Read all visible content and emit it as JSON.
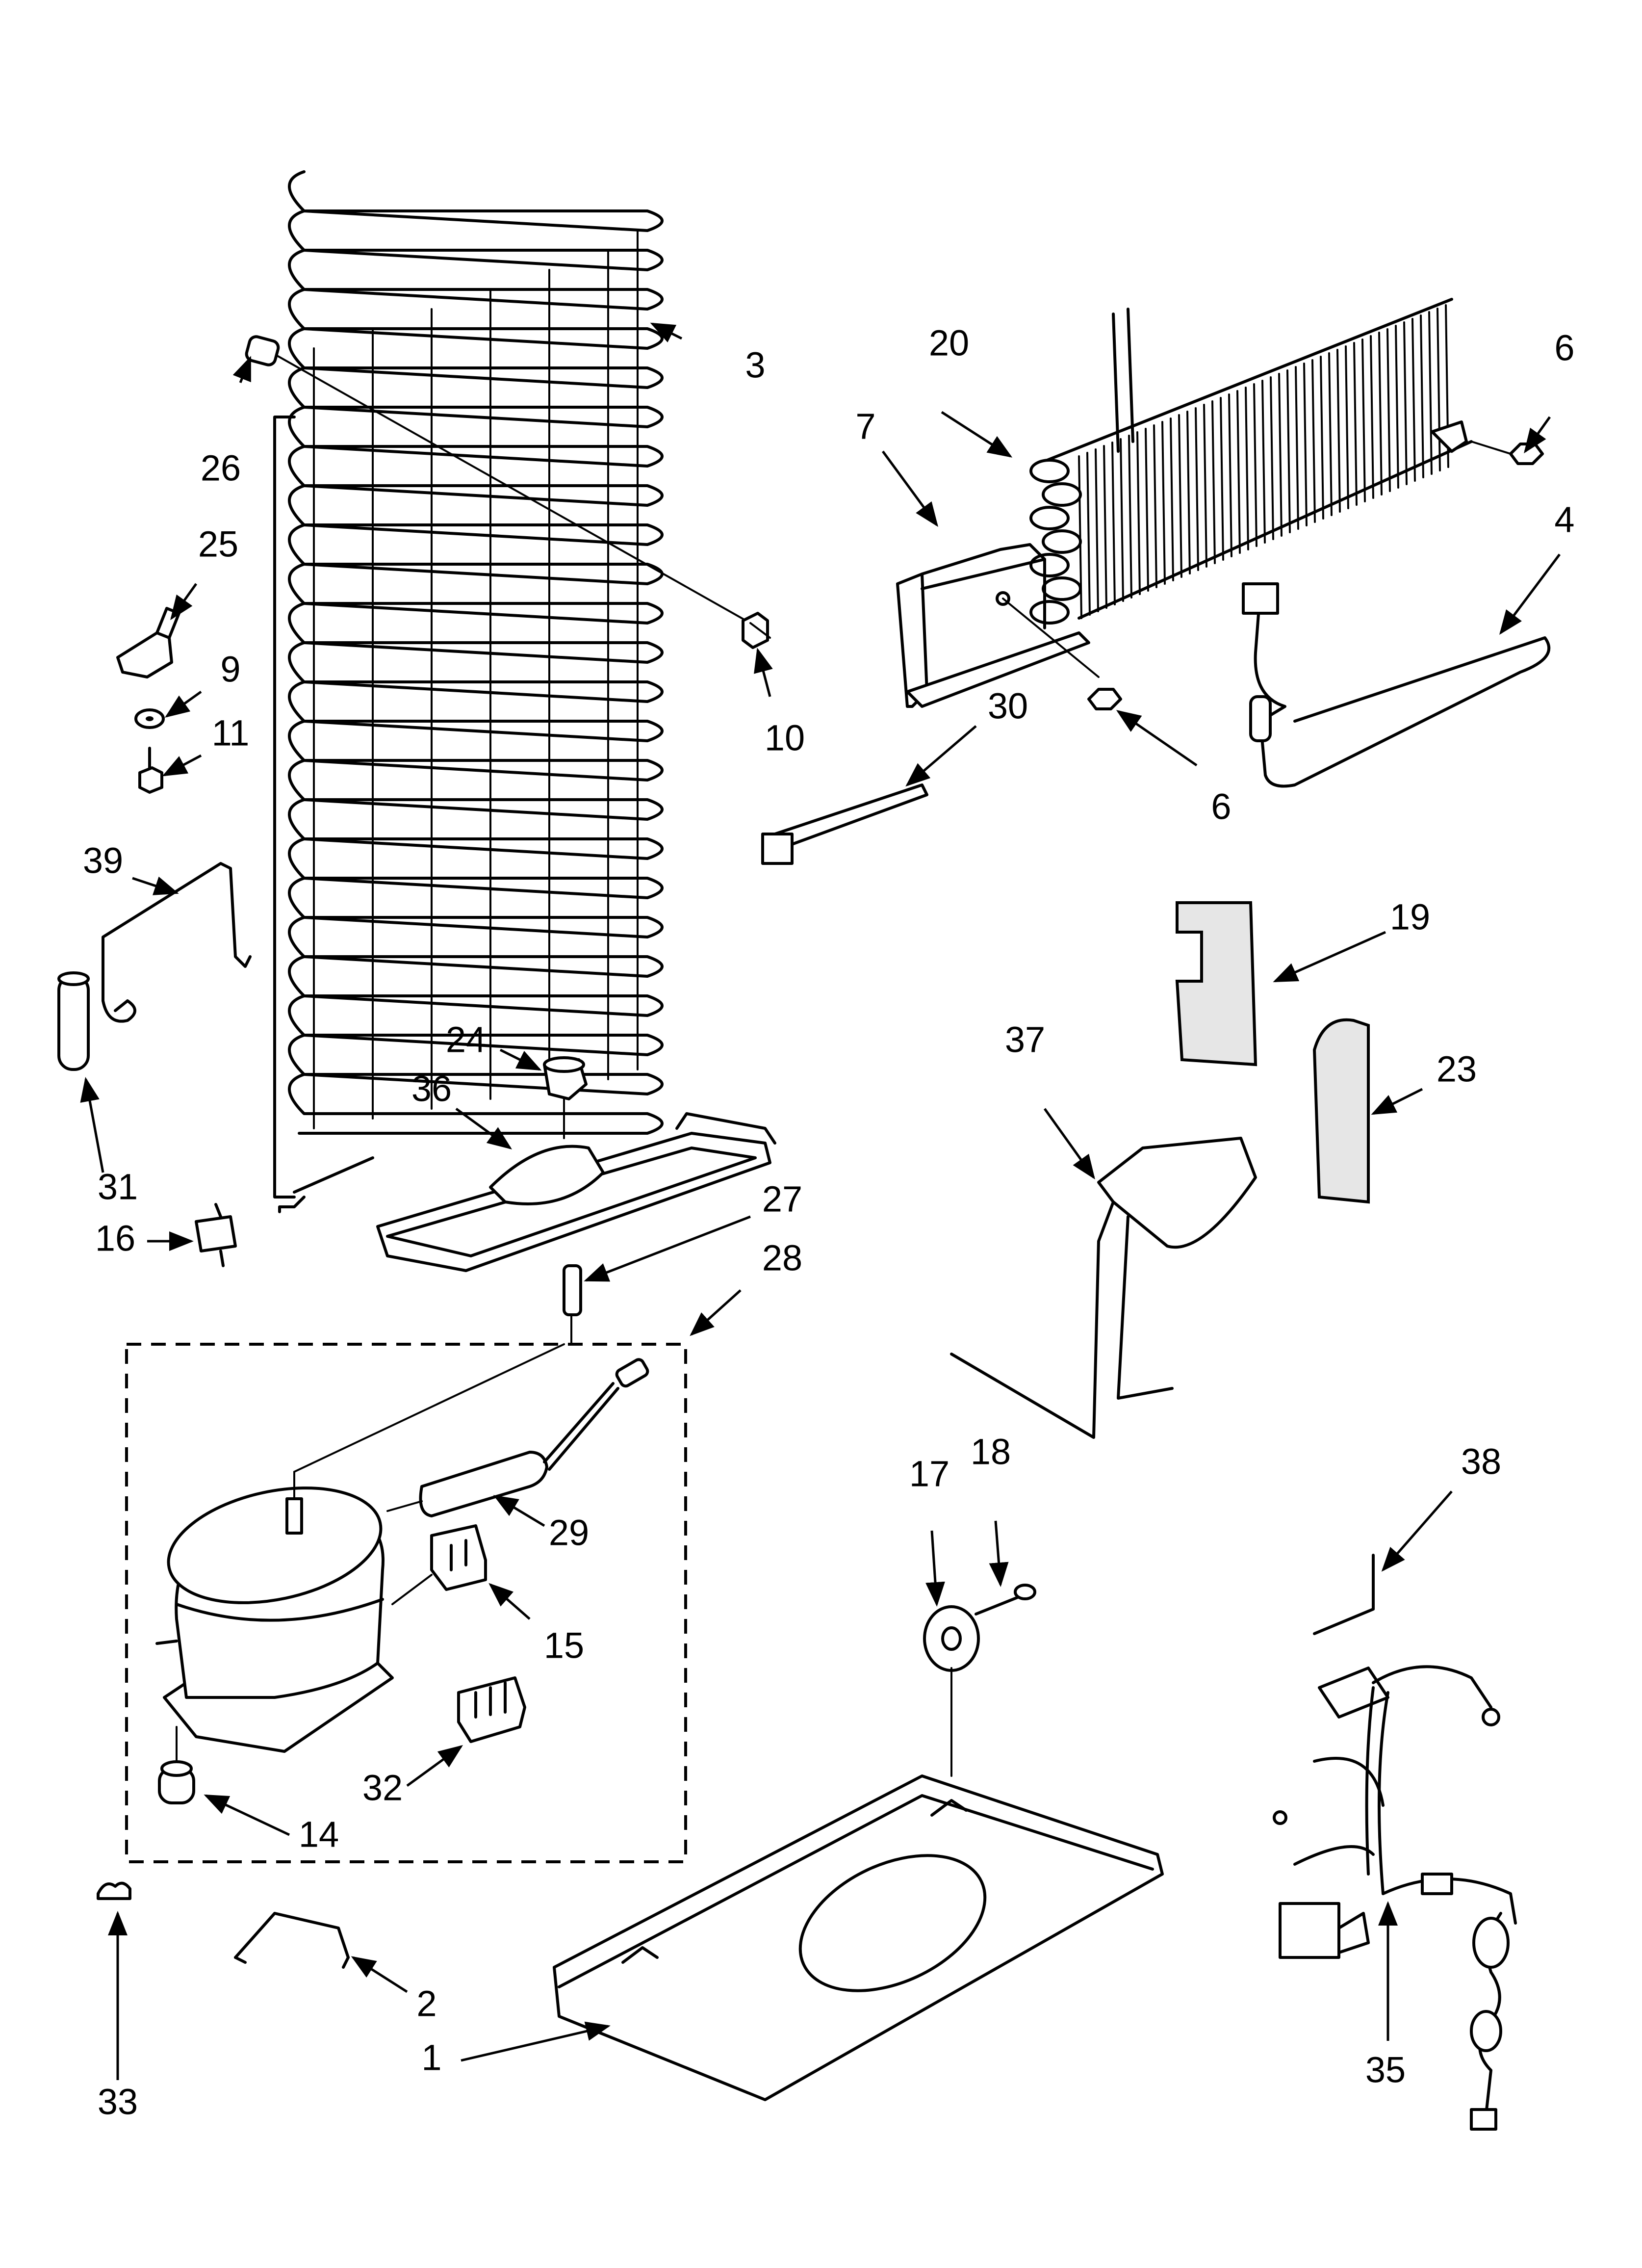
{
  "diagram": {
    "type": "exploded-parts-diagram",
    "background_color": "#ffffff",
    "ink_color": "#000000",
    "callouts": [
      {
        "id": "1",
        "label": "1"
      },
      {
        "id": "2",
        "label": "2"
      },
      {
        "id": "3",
        "label": "3"
      },
      {
        "id": "4",
        "label": "4"
      },
      {
        "id": "6a",
        "label": "6"
      },
      {
        "id": "6b",
        "label": "6"
      },
      {
        "id": "7",
        "label": "7"
      },
      {
        "id": "9",
        "label": "9"
      },
      {
        "id": "10",
        "label": "10"
      },
      {
        "id": "11",
        "label": "11"
      },
      {
        "id": "14",
        "label": "14"
      },
      {
        "id": "15",
        "label": "15"
      },
      {
        "id": "16",
        "label": "16"
      },
      {
        "id": "17",
        "label": "17"
      },
      {
        "id": "18",
        "label": "18"
      },
      {
        "id": "19",
        "label": "19"
      },
      {
        "id": "20",
        "label": "20"
      },
      {
        "id": "23",
        "label": "23"
      },
      {
        "id": "24",
        "label": "24"
      },
      {
        "id": "25",
        "label": "25"
      },
      {
        "id": "26",
        "label": "26"
      },
      {
        "id": "27",
        "label": "27"
      },
      {
        "id": "28",
        "label": "28"
      },
      {
        "id": "29",
        "label": "29"
      },
      {
        "id": "30",
        "label": "30"
      },
      {
        "id": "31",
        "label": "31"
      },
      {
        "id": "32",
        "label": "32"
      },
      {
        "id": "33",
        "label": "33"
      },
      {
        "id": "35",
        "label": "35"
      },
      {
        "id": "36",
        "label": "36"
      },
      {
        "id": "37",
        "label": "37"
      },
      {
        "id": "38",
        "label": "38"
      },
      {
        "id": "39",
        "label": "39"
      }
    ]
  }
}
